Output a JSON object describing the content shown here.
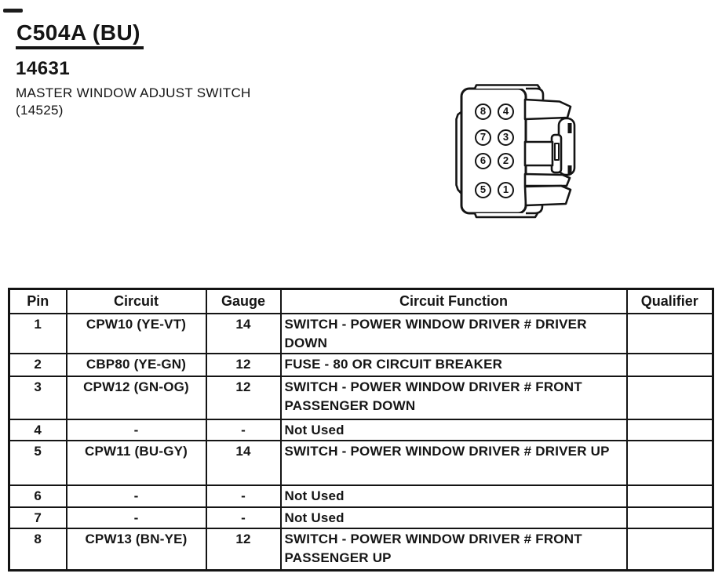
{
  "header": {
    "connector_id": "C504A (BU)",
    "part_number": "14631",
    "component_name": "MASTER WINDOW ADJUST SWITCH",
    "component_ref": "(14525)"
  },
  "connector_diagram": {
    "pins_left_column": [
      "8",
      "7",
      "6",
      "5"
    ],
    "pins_right_column": [
      "4",
      "3",
      "2",
      "1"
    ]
  },
  "pinout_table": {
    "headers": [
      "Pin",
      "Circuit",
      "Gauge",
      "Circuit Function",
      "Qualifier"
    ],
    "rows": [
      [
        "1",
        "CPW10 (YE-VT)",
        "14",
        "SWITCH - POWER WINDOW DRIVER # DRIVER DOWN",
        ""
      ],
      [
        "2",
        "CBP80 (YE-GN)",
        "12",
        "FUSE - 80 OR CIRCUIT BREAKER",
        ""
      ],
      [
        "3",
        "CPW12 (GN-OG)",
        "12",
        "SWITCH - POWER WINDOW DRIVER # FRONT PASSENGER DOWN",
        ""
      ],
      [
        "4",
        "-",
        "-",
        "Not Used",
        ""
      ],
      [
        "5",
        "CPW11 (BU-GY)",
        "14",
        "SWITCH - POWER WINDOW DRIVER # DRIVER UP",
        ""
      ],
      [
        "6",
        "-",
        "-",
        "Not Used",
        ""
      ],
      [
        "7",
        "-",
        "-",
        "Not Used",
        ""
      ],
      [
        "8",
        "CPW13 (BN-YE)",
        "12",
        "SWITCH - POWER WINDOW DRIVER # FRONT PASSENGER UP",
        ""
      ]
    ]
  }
}
